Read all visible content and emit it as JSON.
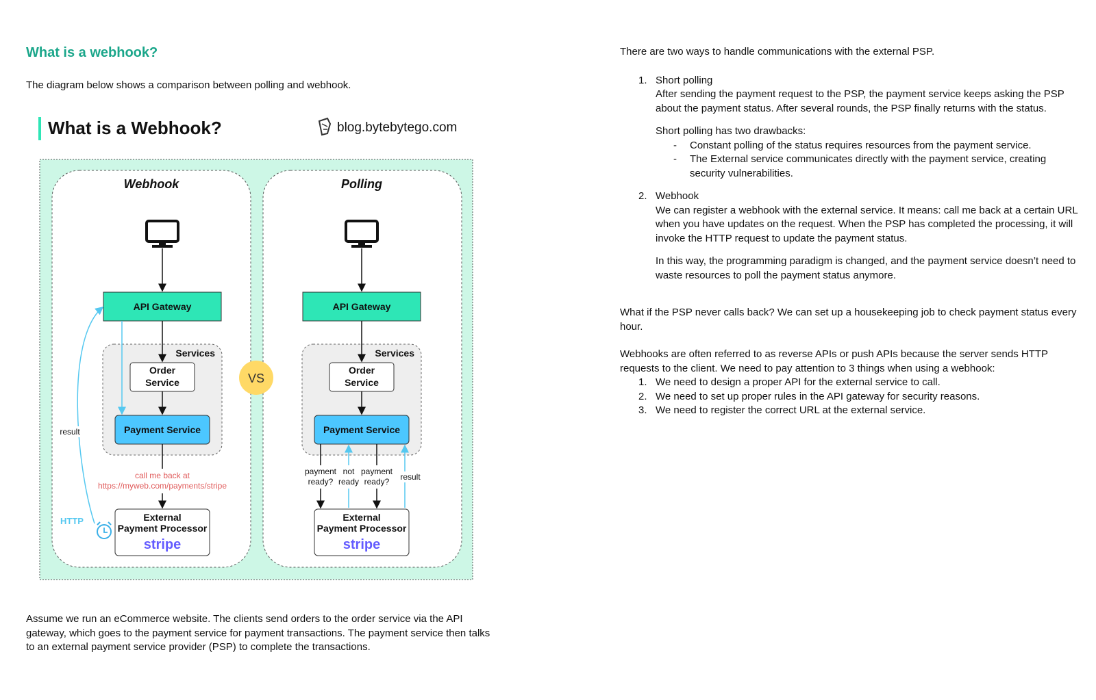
{
  "page": {
    "heading": "What is a webhook?",
    "intro": "The diagram below shows a comparison between polling and webhook.",
    "left_paragraph": "Assume we run an eCommerce website. The clients send orders to the order service via the API gateway, which goes to the payment service for payment transactions. The payment service then talks to an external payment service provider (PSP) to complete the transactions."
  },
  "diagram": {
    "title": "What is a Webhook?",
    "brand": "blog.bytebytego.com",
    "vs": "VS",
    "webhook": {
      "heading": "Webhook",
      "api_gateway": "API Gateway",
      "services": "Services",
      "order_service_l1": "Order",
      "order_service_l2": "Service",
      "payment_service": "Payment Service",
      "callback_l1": "call me back at",
      "callback_l2": "https://myweb.com/payments/stripe",
      "result": "result",
      "http": "HTTP",
      "ext_l1": "External",
      "ext_l2": "Payment Processor",
      "stripe": "stripe"
    },
    "polling": {
      "heading": "Polling",
      "api_gateway": "API Gateway",
      "services": "Services",
      "order_service_l1": "Order",
      "order_service_l2": "Service",
      "payment_service": "Payment Service",
      "payment_ready_1_l1": "payment",
      "payment_ready_1_l2": "ready?",
      "not_ready_l1": "not",
      "not_ready_l2": "ready",
      "payment_ready_2_l1": "payment",
      "payment_ready_2_l2": "ready?",
      "result": "result",
      "ext_l1": "External",
      "ext_l2": "Payment Processor",
      "stripe": "stripe"
    },
    "colors": {
      "gateway": "#2ee6b6",
      "payment": "#4cc7ff",
      "panel_bg": "#cdf7e6",
      "vs": "#ffd966",
      "callback_text": "#e05a5a",
      "arrow_blue": "#55c8f0",
      "stripe": "#635bff"
    }
  },
  "right": {
    "intro": "There are two ways to handle communications with the external PSP.",
    "item1_num": "1.",
    "item1_title": "Short polling",
    "item1_desc": "After sending the payment request to the PSP, the payment service keeps asking the PSP about the payment status. After several rounds, the PSP finally returns with the status.",
    "drawbacks_title": "Short polling has two drawbacks:",
    "drawback1": "Constant polling of the status requires resources from the payment service.",
    "drawback2": "The External service communicates directly with the payment service, creating security vulnerabilities.",
    "dash": "-",
    "item2_num": "2.",
    "item2_title": "Webhook",
    "item2_desc": "We can register a webhook with the external service. It means: call me back at a certain URL when you have updates on the request. When the PSP has completed the processing, it will invoke the HTTP request to update the payment status.",
    "item2_more": "In this way, the programming paradigm is changed, and the payment service doesn’t need to waste resources to poll the payment status anymore.",
    "housekeeping": "What if the PSP never calls back? We can set up a housekeeping job to check payment status every hour.",
    "reverse_apis": "Webhooks are often referred to as reverse APIs or push APIs because the server sends HTTP requests to the client. We need to pay attention to 3 things when using a webhook:",
    "things": [
      {
        "num": "1.",
        "text": "We need to design a proper API for the external service to call."
      },
      {
        "num": "2.",
        "text": "We need to set up proper rules in the API gateway for security reasons."
      },
      {
        "num": "3.",
        "text": "We need to register the correct URL at the external service."
      }
    ]
  }
}
